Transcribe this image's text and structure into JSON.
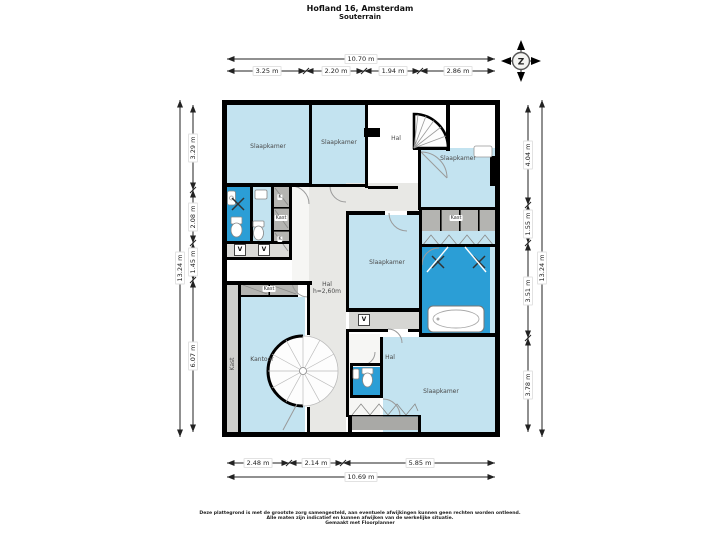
{
  "title": {
    "address": "Hofland 16, Amsterdam",
    "floor": "Souterrain"
  },
  "compass": {
    "letter": "Z"
  },
  "labels": {
    "slaapkamer_top_left": "Slaapkamer",
    "slaapkamer_top_mid": "Slaapkamer",
    "hal_top": "Hal",
    "slaapkamer_top_right": "Slaapkamer",
    "k_upper": "K",
    "kast_left": "Kast",
    "k_lower": "K",
    "kast_right": "Kast",
    "slaapkamer_mid": "Slaapkamer",
    "hal_mid": "Hal",
    "hal_mid_height": "h=2,60m",
    "kast_kantoor": "Kast",
    "kast_side": "Kast",
    "kantoor": "Kantoor",
    "hal_lower": "Hal",
    "slaapkamer_bottom": "Slaapkamer",
    "vent": "V"
  },
  "dimensions": {
    "top_total": "10.70 m",
    "top": [
      "3.25 m",
      "2.20 m",
      "1.94 m",
      "2.86 m"
    ],
    "left_total": "13.24 m",
    "left": [
      "3.29 m",
      "2.08 m",
      "1.45 m",
      "6.07 m"
    ],
    "right_total": "13.24 m",
    "right": [
      "4.04 m",
      "1.55 m",
      "3.51 m",
      "3.78 m"
    ],
    "bottom_total": "10.69 m",
    "bottom": [
      "2.48 m",
      "2.14 m",
      "5.85 m"
    ]
  },
  "colors": {
    "room_blue": "#c3e3f0",
    "bath_blue": "#2b9ed6",
    "hall_gray": "#e8e8e5",
    "closet_gray": "#b4b4b1",
    "wall_black": "#000000"
  },
  "footer": {
    "line1": "Deze plattegrond is met de grootste zorg samengesteld, aan eventuele afwijkingen kunnen geen rechten worden ontleend.",
    "line2": "Alle maten zijn indicatief en kunnen afwijken van de werkelijke situatie.",
    "line3": "Gemaakt met Floorplanner"
  }
}
